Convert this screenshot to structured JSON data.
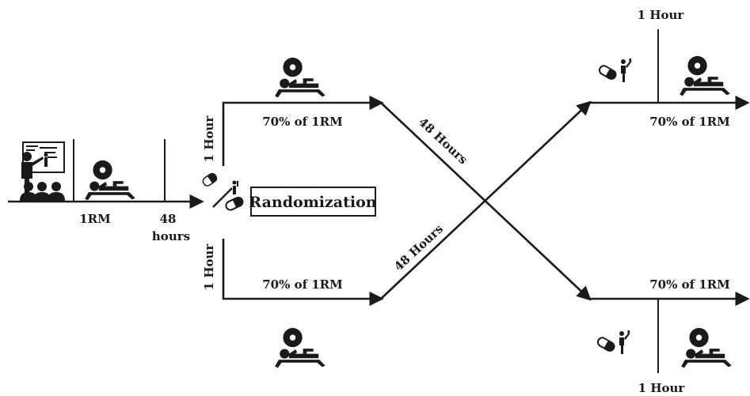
{
  "labels": {
    "one_rm": "1RM",
    "wait_48_line1": "48",
    "wait_48_line2": "hours",
    "randomization": "Randomization",
    "hour_upper_left": "1 Hour",
    "hour_lower_left": "1 Hour",
    "intensity_top_left": "70% of 1RM",
    "intensity_bottom_left": "70% of 1RM",
    "intensity_top_right": "70% of 1RM",
    "intensity_bottom_right": "70% of 1RM",
    "cross_48_upper": "48 Hours",
    "cross_48_lower": "48 Hours",
    "hour_top_right": "1 Hour",
    "hour_bottom_right": "1 Hour"
  },
  "icons": [
    "presentation-icon",
    "bench-press-icon",
    "capsule-person-icon",
    "placebo-person-icon"
  ],
  "colors": {
    "ink": "#1a1a1a",
    "background": "#ffffff"
  }
}
